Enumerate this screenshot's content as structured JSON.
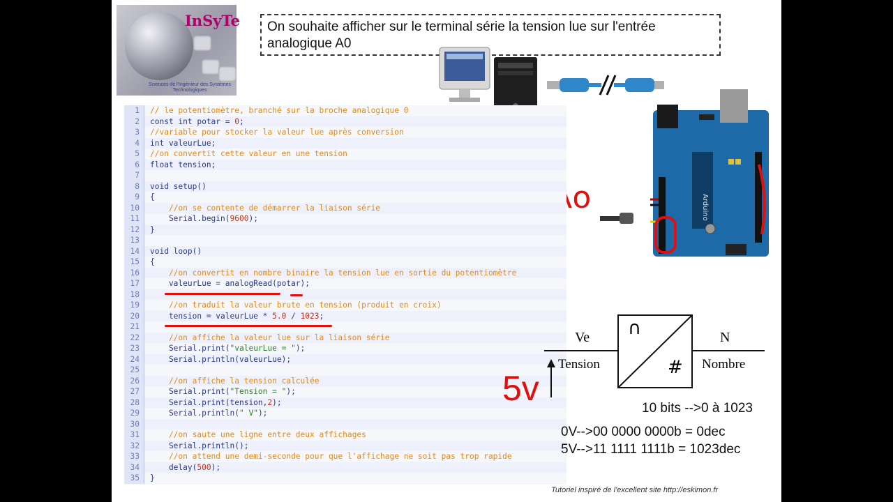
{
  "logo": {
    "title": "InSyTe",
    "tagline": "Sciences de l'Ingénieur des Systèmes Technologiques"
  },
  "title_box": {
    "line1": "On  souhaite afficher sur le terminal série la tension lue sur l'entrée",
    "line2": "analogique A0"
  },
  "code": {
    "lines": [
      {
        "n": "1",
        "t": "// le potentiomètre, branché sur la broche analogique 0",
        "k": "cm"
      },
      {
        "n": "2",
        "t": "const int potar = 0;",
        "k": "code"
      },
      {
        "n": "3",
        "t": "//variable pour stocker la valeur lue après conversion",
        "k": "cm"
      },
      {
        "n": "4",
        "t": "int valeurLue;",
        "k": "code"
      },
      {
        "n": "5",
        "t": "//on convertit cette valeur en une tension",
        "k": "cm"
      },
      {
        "n": "6",
        "t": "float tension;",
        "k": "code"
      },
      {
        "n": "7",
        "t": "",
        "k": "code"
      },
      {
        "n": "8",
        "t": "void setup()",
        "k": "code"
      },
      {
        "n": "9",
        "t": "{",
        "k": "code"
      },
      {
        "n": "10",
        "t": "    //on se contente de démarrer la liaison série",
        "k": "cm"
      },
      {
        "n": "11",
        "t": "    Serial.begin(9600);",
        "k": "code"
      },
      {
        "n": "12",
        "t": "}",
        "k": "code"
      },
      {
        "n": "13",
        "t": "",
        "k": "code"
      },
      {
        "n": "14",
        "t": "void loop()",
        "k": "code"
      },
      {
        "n": "15",
        "t": "{",
        "k": "code"
      },
      {
        "n": "16",
        "t": "    //on convertit en nombre binaire la tension lue en sortie du potentiomètre",
        "k": "cm"
      },
      {
        "n": "17",
        "t": "    valeurLue = analogRead(potar);",
        "k": "code"
      },
      {
        "n": "18",
        "t": "",
        "k": "code"
      },
      {
        "n": "19",
        "t": "    //on traduit la valeur brute en tension (produit en croix)",
        "k": "cm"
      },
      {
        "n": "20",
        "t": "    tension = valeurLue * 5.0 / 1023;",
        "k": "code"
      },
      {
        "n": "21",
        "t": "",
        "k": "code"
      },
      {
        "n": "22",
        "t": "    //on affiche la valeur lue sur la liaison série",
        "k": "cm"
      },
      {
        "n": "23",
        "t": "    Serial.print(\"valeurLue = \");",
        "k": "code"
      },
      {
        "n": "24",
        "t": "    Serial.println(valeurLue);",
        "k": "code"
      },
      {
        "n": "25",
        "t": "",
        "k": "code"
      },
      {
        "n": "26",
        "t": "    //on affiche la tension calculée",
        "k": "cm"
      },
      {
        "n": "27",
        "t": "    Serial.print(\"Tension = \");",
        "k": "code"
      },
      {
        "n": "28",
        "t": "    Serial.print(tension,2);",
        "k": "code"
      },
      {
        "n": "29",
        "t": "    Serial.println(\" V\");",
        "k": "code"
      },
      {
        "n": "30",
        "t": "",
        "k": "code"
      },
      {
        "n": "31",
        "t": "    //on saute une ligne entre deux affichages",
        "k": "cm"
      },
      {
        "n": "32",
        "t": "    Serial.println();",
        "k": "code"
      },
      {
        "n": "33",
        "t": "    //on attend une demi-seconde pour que l'affichage ne soit pas trop rapide",
        "k": "cm"
      },
      {
        "n": "34",
        "t": "    delay(500);",
        "k": "code"
      },
      {
        "n": "35",
        "t": "}",
        "k": "code"
      }
    ]
  },
  "annotations": {
    "a0": "Ao",
    "five_v": "5v"
  },
  "diagram": {
    "input_symbol": "Ve",
    "input_label": "Tension",
    "output_symbol": "N",
    "output_label": "Nombre",
    "analog_symbol": "∩",
    "digital_symbol": "#"
  },
  "notes": {
    "bits": "10 bits -->0 à 1023",
    "zero": "0V-->00 0000 0000b = 0dec",
    "five": "5V-->11 1111 1111b = 1023dec"
  },
  "footer": "Tutoriel inspiré de l'excellent site http://eskimon.fr",
  "colors": {
    "annotation_red": "#e01010",
    "comment_orange": "#e28a16",
    "board_blue": "#1e6aa8",
    "logo_magenta": "#b0006a"
  }
}
